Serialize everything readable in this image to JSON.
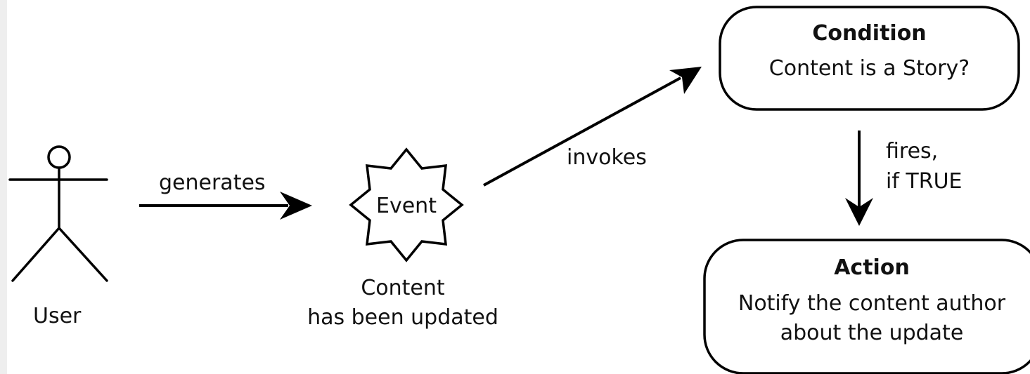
{
  "actor": {
    "label": "User"
  },
  "edges": {
    "generates": "generates",
    "invokes": "invokes",
    "fires_line1": "fires,",
    "fires_line2": "if TRUE"
  },
  "event": {
    "label": "Event",
    "caption_line1": "Content",
    "caption_line2": "has been updated"
  },
  "condition": {
    "title": "Condition",
    "text": "Content is a Story?"
  },
  "action": {
    "title": "Action",
    "text_line1": "Notify the content author",
    "text_line2": "about the update"
  }
}
